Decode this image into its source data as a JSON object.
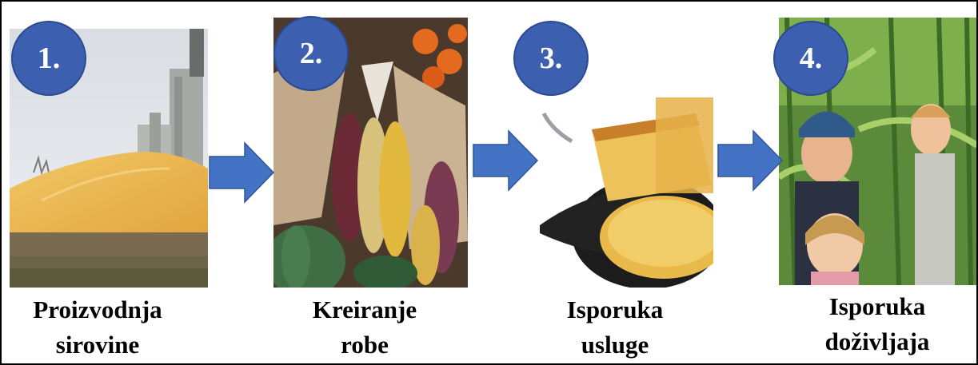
{
  "steps": [
    {
      "number": "1.",
      "line1": "Proizvodnja",
      "line2": "sirovine",
      "image": "grain-silo-corn-pile-photo"
    },
    {
      "number": "2.",
      "line1": "Kreiranje",
      "line2": "robe",
      "image": "decorative-corn-and-gourds-photo"
    },
    {
      "number": "3.",
      "line1": "Isporuka",
      "line2": "usluge",
      "image": "cornbread-in-skillet-photo"
    },
    {
      "number": "4.",
      "line1": "Isporuka",
      "line2": "doživljaja",
      "image": "children-in-corn-maze-photo"
    }
  ],
  "arrow_icon": "right-arrow-icon",
  "colors": {
    "badge": "#3d5fb0",
    "arrow": "#4472c4",
    "text": "#000000"
  }
}
